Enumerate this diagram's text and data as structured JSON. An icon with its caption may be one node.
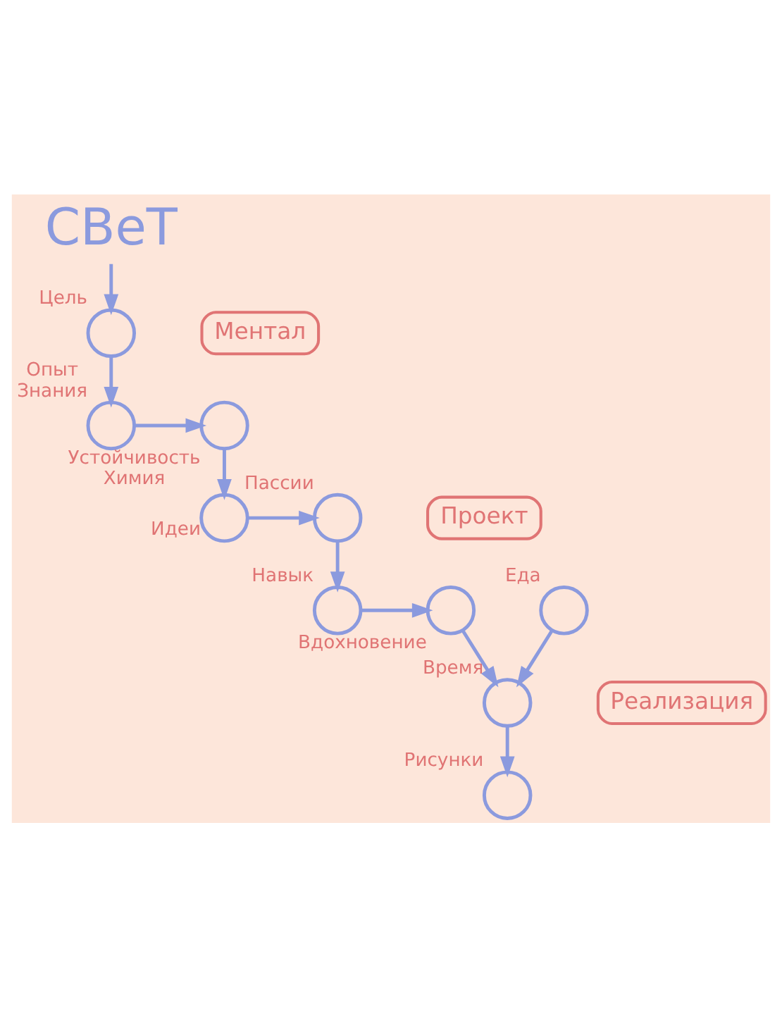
{
  "diagram": {
    "nodes": [
      {
        "text": [
          "СВеТ"
        ]
      },
      {
        "text": [],
        "shape": "circle",
        "beside": [
          "Цель"
        ]
      },
      {
        "text": [
          "Ментал"
        ]
      },
      {
        "text": [],
        "shape": "circle",
        "beside": [
          "Опыт",
          "Знания"
        ]
      },
      {
        "text": [],
        "shape": "circle",
        "beside": [
          "Устойчивость",
          "Химия"
        ]
      },
      {
        "text": [],
        "shape": "circle",
        "beside": [
          "Идеи"
        ]
      },
      {
        "text": [],
        "shape": "circle",
        "beside": [
          "Пассии"
        ]
      },
      {
        "text": [
          "Проект"
        ]
      },
      {
        "text": [],
        "shape": "circle",
        "beside": [
          "Навык"
        ]
      },
      {
        "text": [],
        "shape": "circle",
        "beside": [
          "Еда"
        ]
      },
      {
        "text": [],
        "shape": "circle",
        "beside": [
          "Вдохновение"
        ]
      },
      {
        "text": [],
        "shape": "circle",
        "beside": [
          "Время"
        ]
      },
      {
        "text": [
          "Реализация"
        ]
      },
      {
        "text": [],
        "shape": "circle",
        "beside": [
          "Рисунки"
        ]
      }
    ],
    "edges": [
      {
        "from": 0,
        "to": 1,
        "arrow": "to"
      },
      {
        "from": 1,
        "to": 3,
        "arrow": "to"
      },
      {
        "from": 3,
        "to": 4,
        "arrow": "to"
      },
      {
        "from": 4,
        "to": 5,
        "arrow": "to"
      },
      {
        "from": 5,
        "to": 6,
        "arrow": "to"
      },
      {
        "from": 6,
        "to": 8,
        "arrow": "to"
      },
      {
        "from": 8,
        "to": 10,
        "arrow": "to"
      },
      {
        "from": 9,
        "to": 11,
        "arrow": "to"
      },
      {
        "from": 10,
        "to": 11,
        "arrow": "to"
      },
      {
        "from": 11,
        "to": 13,
        "arrow": "to"
      }
    ]
  }
}
